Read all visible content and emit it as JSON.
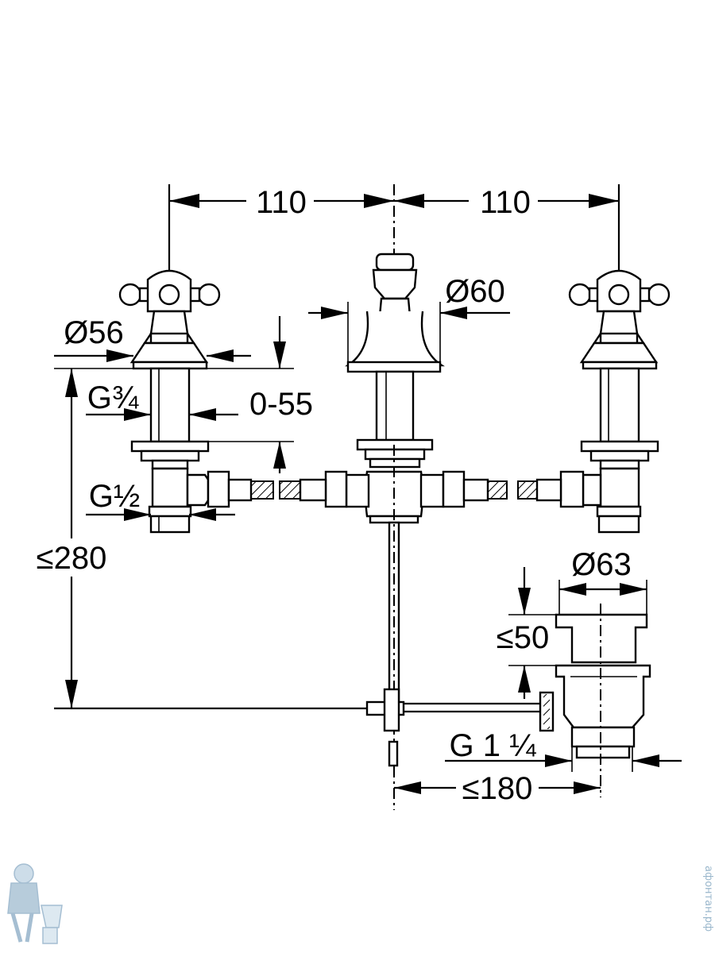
{
  "dimensions": {
    "left_spacing": "110",
    "right_spacing": "110",
    "spout_diameter": "Ø60",
    "handle_base_diameter": "Ø56",
    "inlet_thread": "G¾",
    "adjust_range": "0-55",
    "connection_thread": "G½",
    "max_height": "≤280",
    "drain_diameter": "Ø63",
    "drain_height": "≤50",
    "drain_thread": "G 1 ¼",
    "drain_offset": "≤180"
  },
  "watermark": {
    "text": "афонтан.рф",
    "logo": "plumber-mascot-logo",
    "color": "#9ab7cc"
  }
}
